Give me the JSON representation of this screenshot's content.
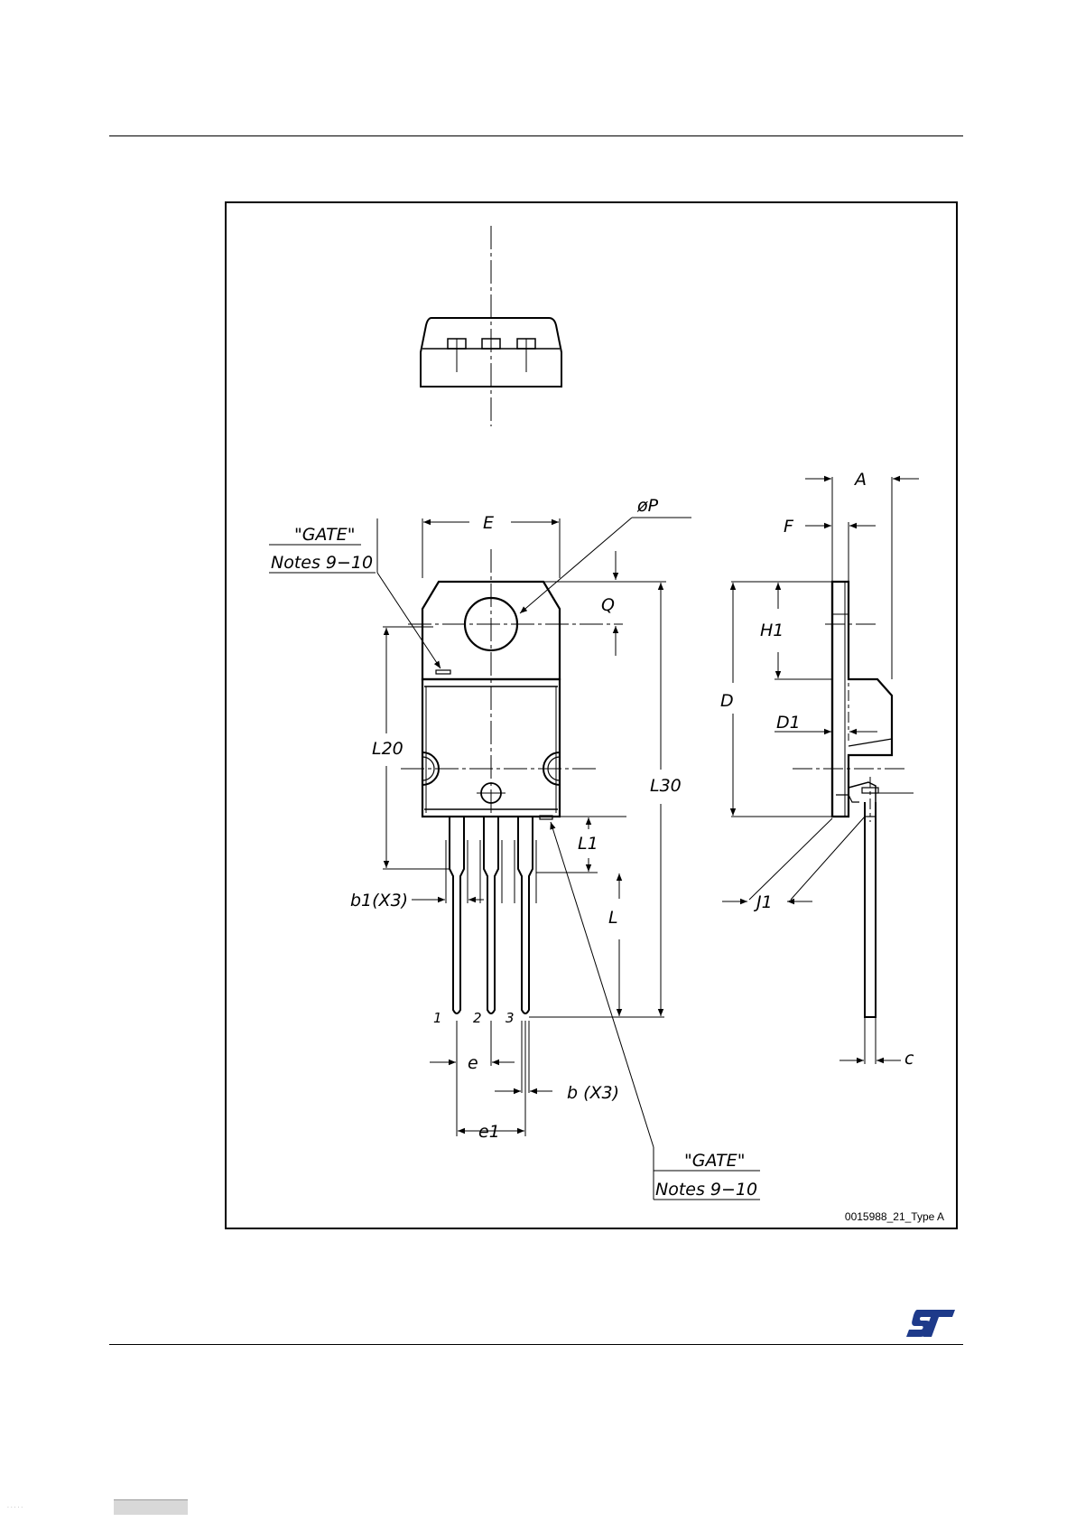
{
  "figure": {
    "caption": "0015988_21_Type A",
    "labels": {
      "E": "E",
      "P": "øP",
      "Q": "Q",
      "L20": "L20",
      "L30": "L30",
      "L1": "L1",
      "L": "L",
      "b1": "b1(X3)",
      "b": "b  (X3)",
      "e": "e",
      "e1": "e1",
      "A": "A",
      "F": "F",
      "H1": "H1",
      "D": "D",
      "D1": "D1",
      "J1": "J1",
      "c": "c",
      "pin1": "1",
      "pin2": "2",
      "pin3": "3"
    },
    "gate_note_top": {
      "title": "\"GATE\"",
      "notes": "Notes  9−10"
    },
    "gate_note_bottom": {
      "title": "\"GATE\"",
      "notes": "Notes  9−10"
    }
  },
  "footer": {
    "logo_icon": "st-logo-icon"
  }
}
